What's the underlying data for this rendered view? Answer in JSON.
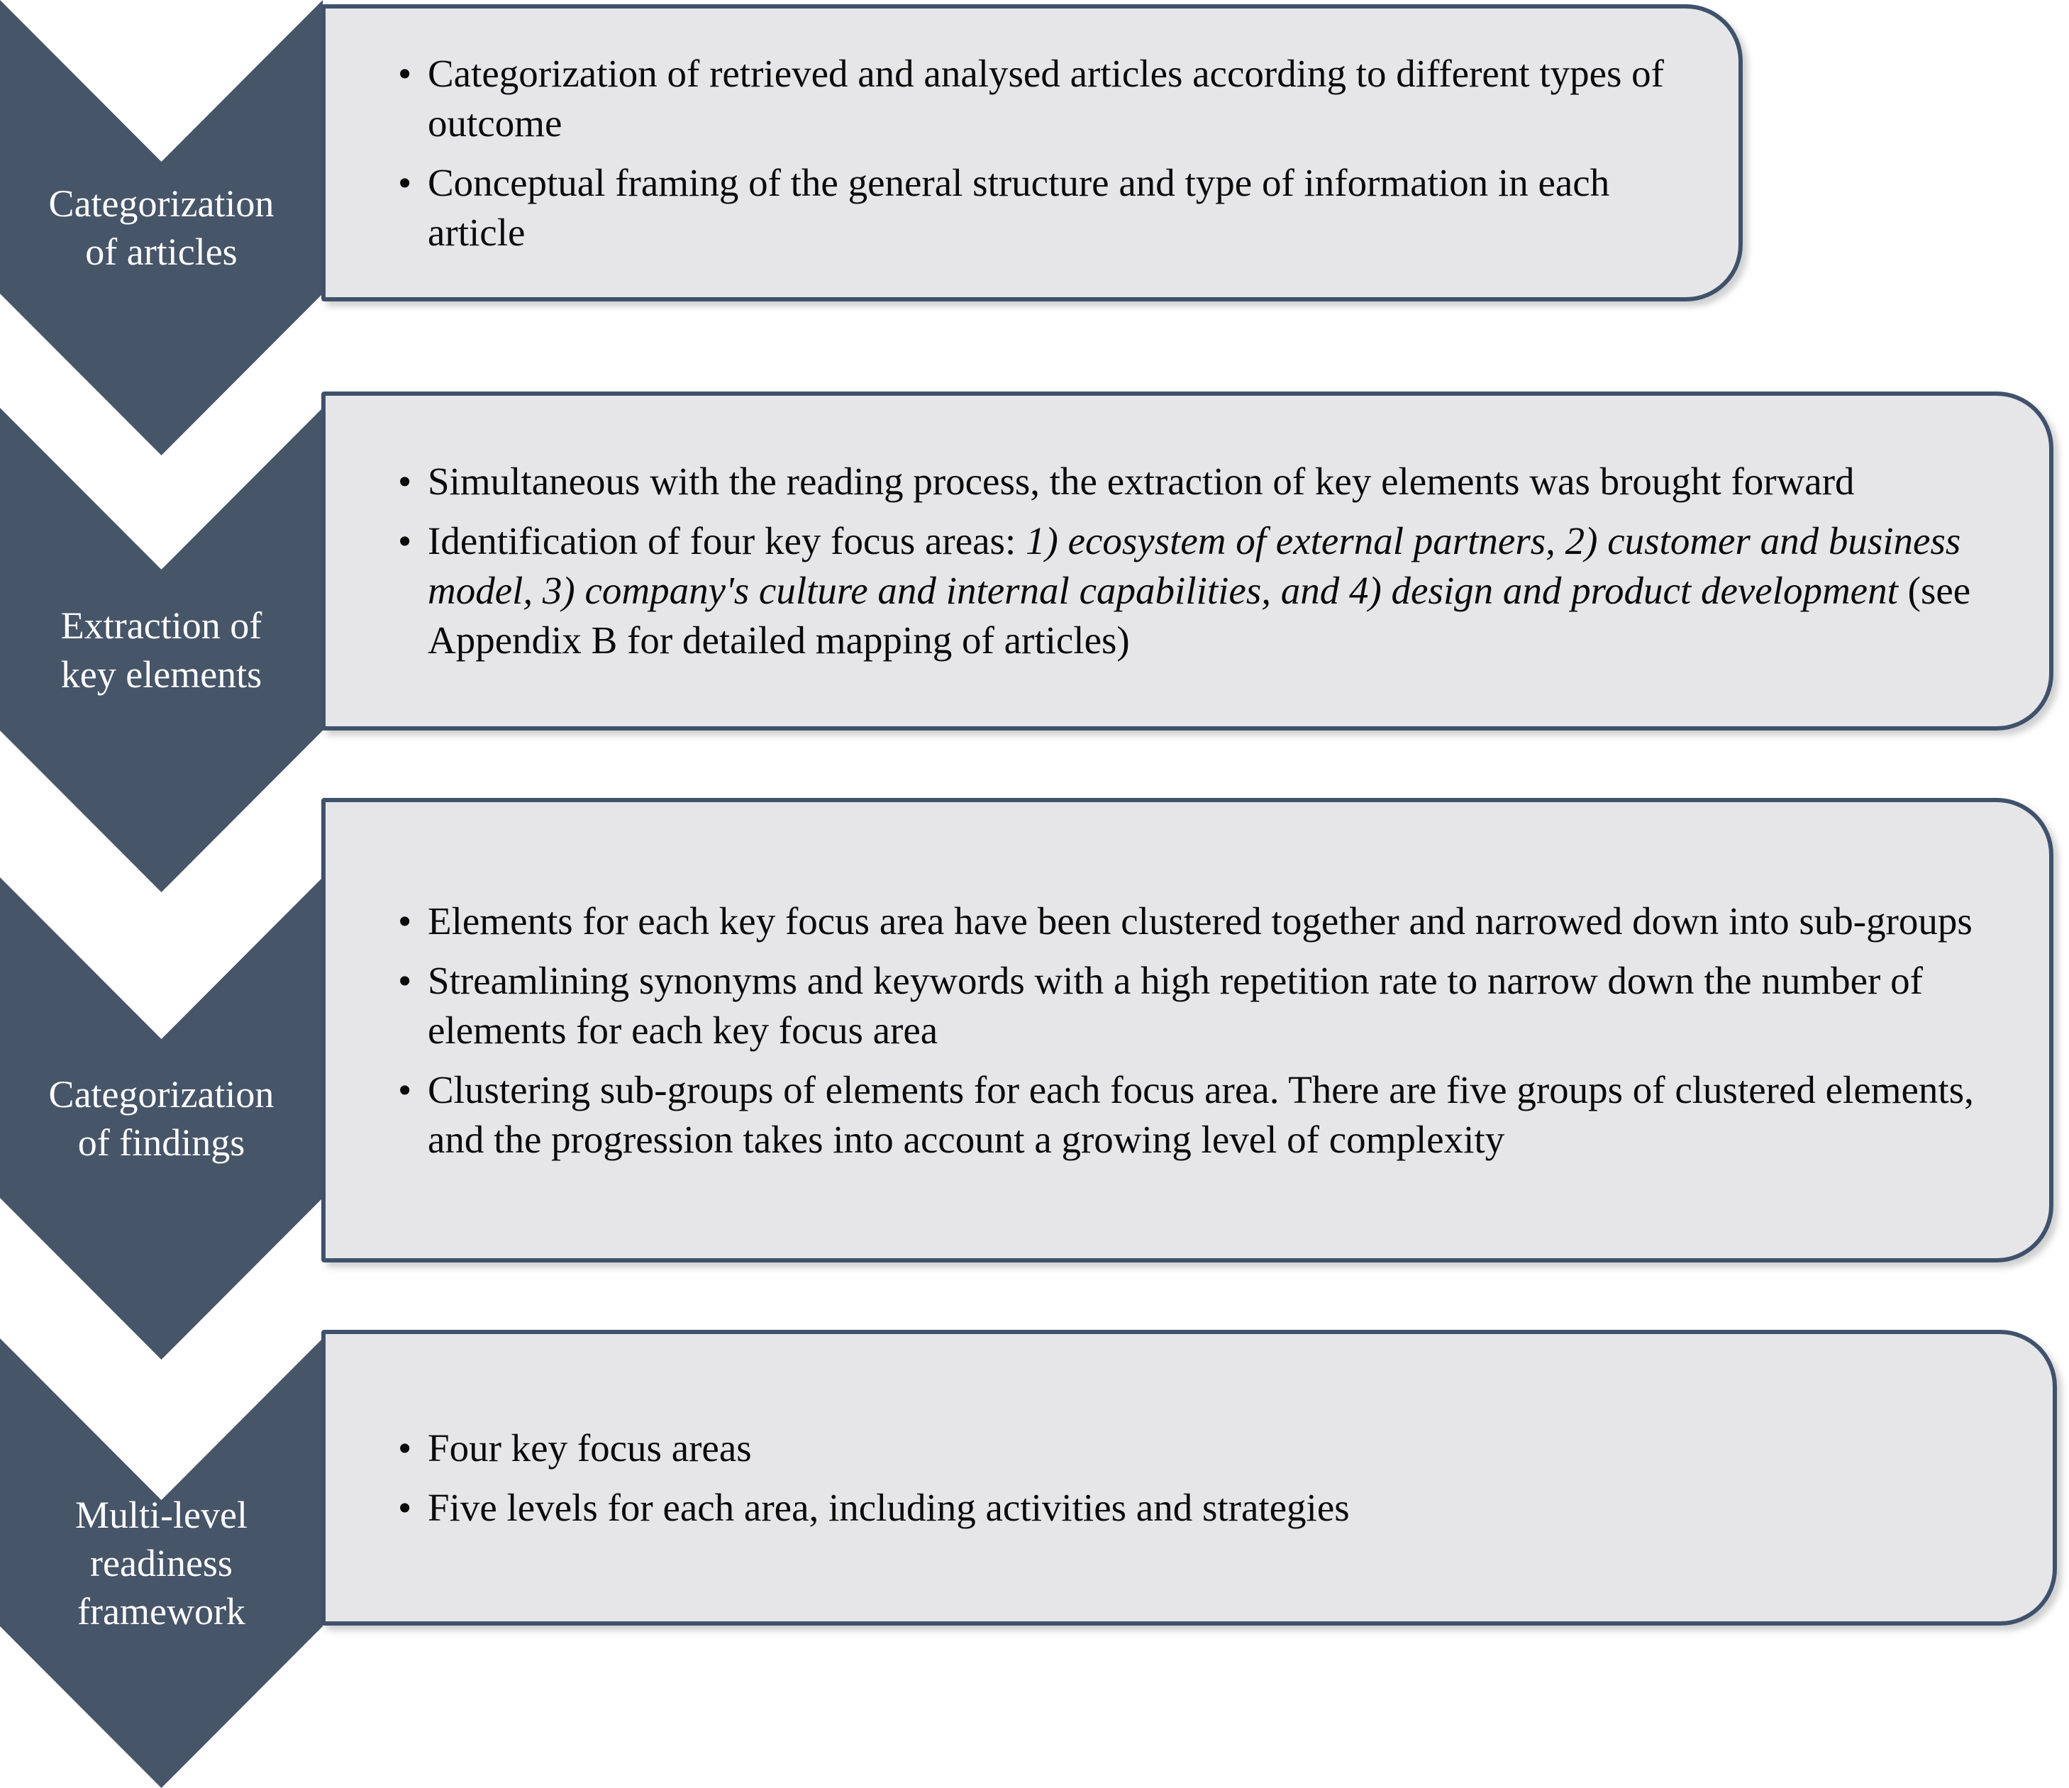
{
  "figure": {
    "title": "Research process chevron flow diagram",
    "colors": {
      "bg": "#ffffff",
      "chevron": "#475569",
      "box_fill": "#E6E6E8",
      "box_border": "#40526B",
      "label_text": "#ffffff",
      "body_text": "#0a0a0a"
    },
    "sections": [
      {
        "label": "Categorization\nof articles",
        "bullets": [
          [
            {
              "text": "Categorization of retrieved and analysed articles according to different types of outcome",
              "italic": false
            }
          ],
          [
            {
              "text": "Conceptual framing of the general structure and type of information in each article",
              "italic": false
            }
          ]
        ]
      },
      {
        "label": "Extraction of\nkey elements",
        "bullets": [
          [
            {
              "text": "Simultaneous with the reading process, the extraction of key elements was brought forward",
              "italic": false
            }
          ],
          [
            {
              "text": "Identification of four key focus areas: ",
              "italic": false
            },
            {
              "text": "1) ecosystem of external partners, 2) customer and business model, 3) company's culture and internal capabilities, and 4) design and product development",
              "italic": true
            },
            {
              "text": " (see Appendix B for detailed mapping of articles)",
              "italic": false
            }
          ]
        ]
      },
      {
        "label": "Categorization\nof findings",
        "bullets": [
          [
            {
              "text": "Elements for each key focus area have been clustered together and narrowed down into sub-groups",
              "italic": false
            }
          ],
          [
            {
              "text": "Streamlining synonyms and keywords with a high repetition rate to narrow down the number of elements for each key focus area",
              "italic": false
            }
          ],
          [
            {
              "text": "Clustering sub-groups of elements for each focus area. There are five groups of clustered elements, and the progression takes into account a growing level of complexity",
              "italic": false
            }
          ]
        ]
      },
      {
        "label": "Multi-level\nreadiness\nframework",
        "bullets": [
          [
            {
              "text": "Four key focus areas",
              "italic": false
            }
          ],
          [
            {
              "text": "Five levels for each area, including activities and strategies",
              "italic": false
            }
          ]
        ]
      }
    ]
  }
}
